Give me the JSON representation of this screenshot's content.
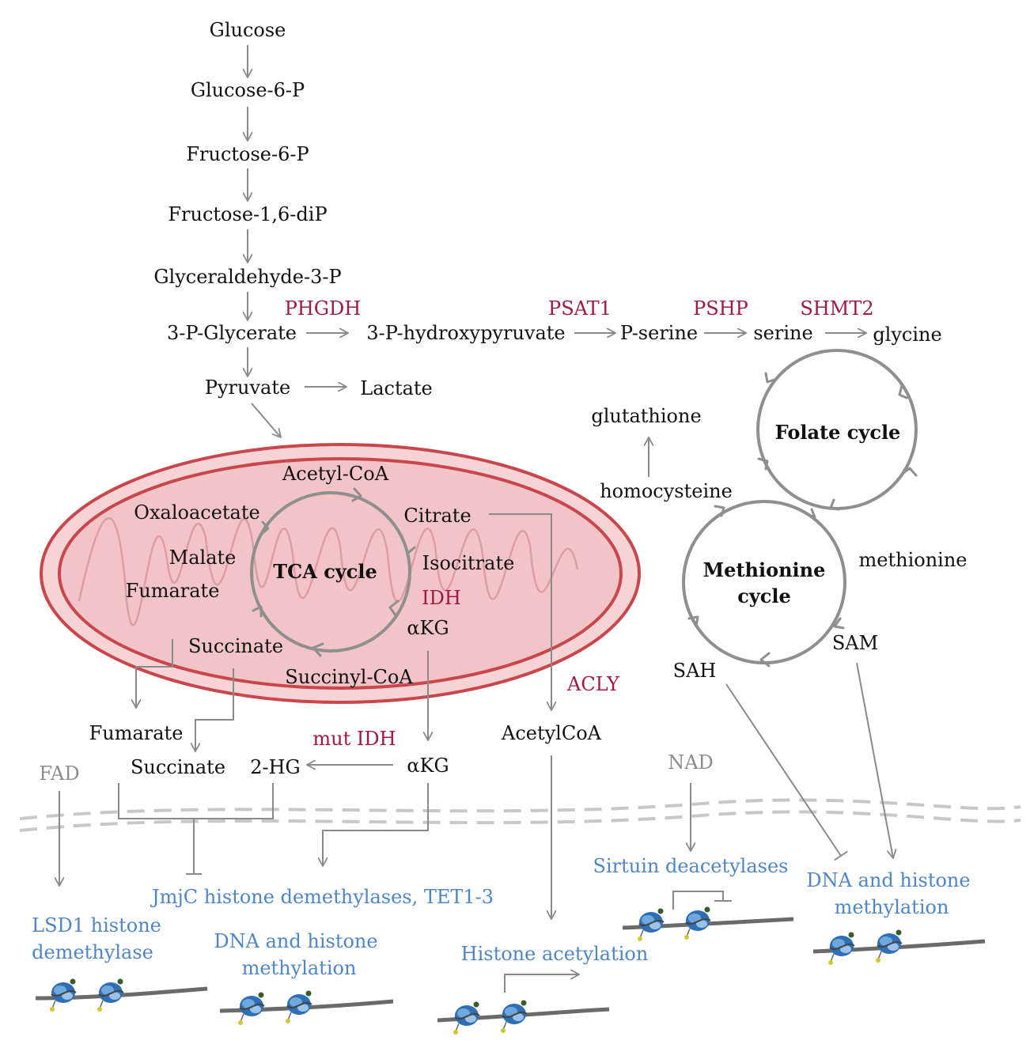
{
  "glycolysis": {
    "glucose": "Glucose",
    "glucose6p": "Glucose-6-P",
    "fructose6p": "Fructose-6-P",
    "fructose16dip": "Fructose-1,6-diP",
    "glyceraldehyde3p": "Glyceraldehyde-3-P",
    "glycerate3p": "3-P-Glycerate",
    "pyruvate": "Pyruvate",
    "lactate": "Lactate"
  },
  "serine_pathway": {
    "hydroxypyruvate": "3-P-hydroxypyruvate",
    "pserine": "P-serine",
    "serine": "serine",
    "glycine": "glycine",
    "enzymes": {
      "phgdh": "PHGDH",
      "psat1": "PSAT1",
      "pshp": "PSHP",
      "shmt2": "SHMT2"
    }
  },
  "one_carbon": {
    "glutathione": "glutathione",
    "homocysteine": "homocysteine",
    "folate_cycle": "Folate cycle",
    "methionine_cycle_line1": "Methionine",
    "methionine_cycle_line2": "cycle",
    "methionine": "methionine",
    "sam": "SAM",
    "sah": "SAH"
  },
  "tca": {
    "acetylcoa": "Acetyl-CoA",
    "citrate": "Citrate",
    "isocitrate": "Isocitrate",
    "idh": "IDH",
    "akg": "αKG",
    "succinylcoa": "Succinyl-CoA",
    "succinate": "Succinate",
    "fumarate": "Fumarate",
    "malate": "Malate",
    "oxaloacetate": "Oxaloacetate",
    "cycle_label": "TCA cycle"
  },
  "cytosol": {
    "acly": "ACLY",
    "acetylcoa": "AcetylCoA",
    "fumarate": "Fumarate",
    "succinate": "Succinate",
    "hg2": "2-HG",
    "akg": "αKG",
    "mut_idh": "mut IDH"
  },
  "cofactors": {
    "fad": "FAD",
    "nad": "NAD"
  },
  "targets": {
    "jmjc": "JmjC histone demethylases, TET1-3",
    "lsd1_line1": "LSD1 histone",
    "lsd1_line2": "demethylase",
    "dna_meth_left_line1": "DNA and histone",
    "dna_meth_left_line2": "methylation",
    "histone_acetylation": "Histone acetylation",
    "sirtuin": "Sirtuin deacetylases",
    "dna_meth_right_line1": "DNA and histone",
    "dna_meth_right_line2": "methylation"
  },
  "colors": {
    "metabolite": "#111111",
    "enzyme": "#a0174a",
    "cofactor": "#8c8c8c",
    "target": "#4f86c6",
    "mitochondrion_fill": "#f6d3d5",
    "mitochondrion_stroke": "#c9474c"
  }
}
